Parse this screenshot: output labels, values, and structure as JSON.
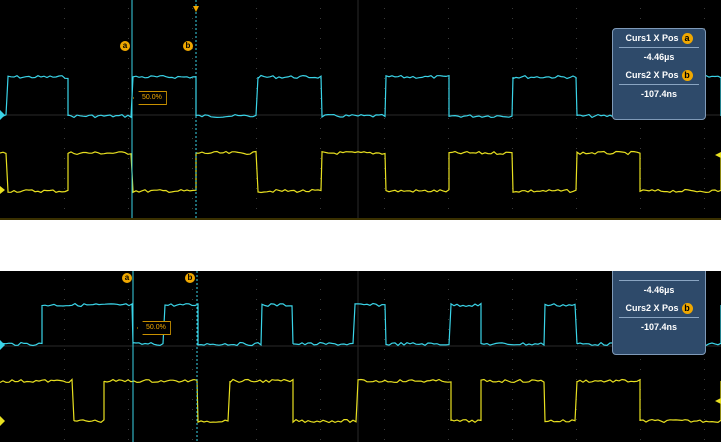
{
  "colors": {
    "ch1": "#3ad4e8",
    "ch2": "#e8e020",
    "cursor": "#f0a800",
    "grid": "#3a3a3a",
    "readout_bg": "#2e4a6a"
  },
  "top_panel": {
    "cursor_a_label": "a",
    "cursor_b_label": "b",
    "measure_label": "50.0%",
    "readout": {
      "curs1_label": "Curs1 X Pos",
      "curs1_badge": "a",
      "curs1_value": "-4.46µs",
      "curs2_label": "Curs2 X Pos",
      "curs2_badge": "b",
      "curs2_value": "-107.4ns"
    }
  },
  "bottom_panel": {
    "cursor_a_label": "a",
    "cursor_b_label": "b",
    "measure_label": "50.0%",
    "readout": {
      "curs1_value": "-4.46µs",
      "curs2_label": "Curs2 X Pos",
      "curs2_badge": "b",
      "curs2_value": "-107.4ns"
    }
  }
}
